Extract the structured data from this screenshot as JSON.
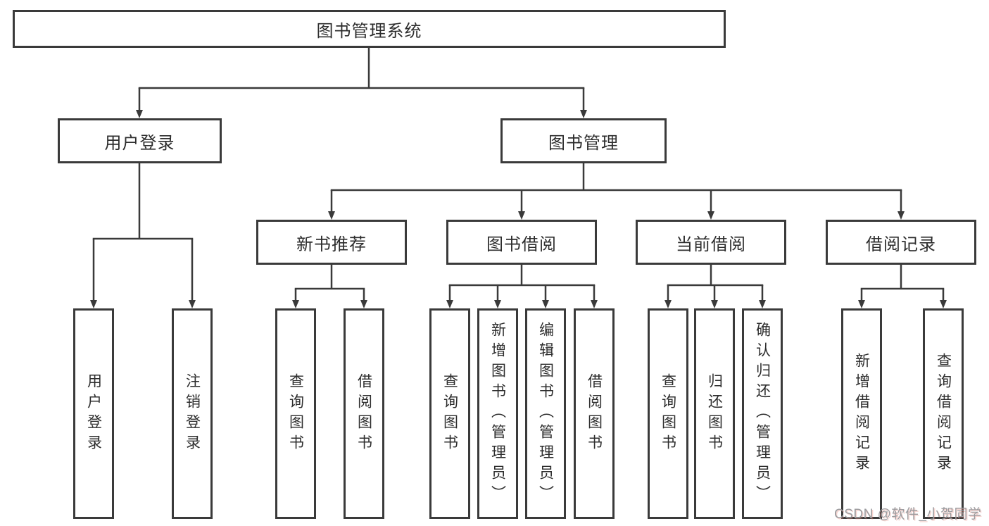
{
  "title": "图书管理系统",
  "watermark": "CSDN @软件_小贺同学",
  "colors": {
    "line": "#3a3a3a",
    "box_border": "#3a3a3a",
    "text": "#2d2d2d",
    "background": "#ffffff",
    "watermark_gray": "#9c9c9f"
  },
  "nodes": {
    "root": {
      "label": "图书管理系统"
    },
    "level2": {
      "user_login": {
        "label": "用户登录"
      },
      "book_management": {
        "label": "图书管理"
      }
    },
    "level3": {
      "new_book_recommend": {
        "label": "新书推荐"
      },
      "book_borrowing": {
        "label": "图书借阅"
      },
      "current_borrowing": {
        "label": "当前借阅"
      },
      "borrowing_records": {
        "label": "借阅记录"
      }
    },
    "leaves": {
      "user_login": {
        "label": "用户登录"
      },
      "logout": {
        "label": "注销登录"
      },
      "recommend_query_books": {
        "label": "查询图书"
      },
      "recommend_borrow_books": {
        "label": "借阅图书"
      },
      "borrowing_query_books": {
        "label": "查询图书"
      },
      "borrowing_add_books_admin": {
        "label": "新增图书（管理员）"
      },
      "borrowing_edit_books_admin": {
        "label": "编辑图书（管理员）"
      },
      "borrowing_borrow_books": {
        "label": "借阅图书"
      },
      "current_query_books": {
        "label": "查询图书"
      },
      "current_return_books": {
        "label": "归还图书"
      },
      "current_confirm_return_admin": {
        "label": "确认归还（管理员）"
      },
      "records_add_record": {
        "label": "新增借阅记录"
      },
      "records_query_record": {
        "label": "查询借阅记录"
      }
    }
  }
}
